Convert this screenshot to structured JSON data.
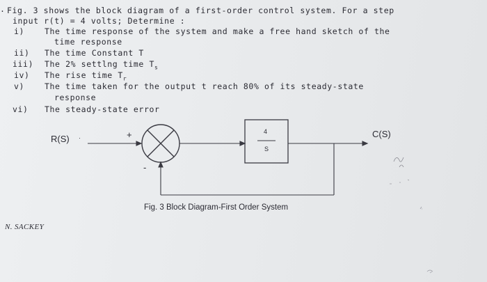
{
  "question": {
    "bullet": ".",
    "line1": "Fig. 3 shows the block diagram of a first-order control system. For a step",
    "line2": "input  r(t)  = 4 volts; Determine :",
    "items": [
      {
        "num": "i)",
        "text": "The time response of the system and make a free hand sketch of the",
        "text2": "time response"
      },
      {
        "num": "ii)",
        "text": "The time Constant T"
      },
      {
        "num": "iii)",
        "text": "The 2% settlng time T",
        "sub": "s"
      },
      {
        "num": "iv)",
        "text": "The rise time T",
        "sub": "r"
      },
      {
        "num": "v)",
        "text": "The time taken for the output t reach 80% of its steady-state",
        "text2": "response"
      },
      {
        "num": "vi)",
        "text": "The steady-state error"
      }
    ]
  },
  "diagram": {
    "input_label": "R(S)",
    "output_label": "C(S)",
    "plus_sign": "+",
    "minus_sign": "-",
    "tf_numerator": "4",
    "tf_denominator": "S",
    "caption": "Fig. 3 Block Diagram-First Order System"
  },
  "author": "N. SACKEY",
  "colors": {
    "ink": "#2b2b33",
    "paper": "#e9eaec"
  }
}
